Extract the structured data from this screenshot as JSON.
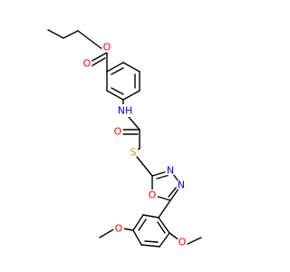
{
  "molecule": {
    "colors": {
      "O": "#ff0000",
      "N": "#0000ff",
      "S": "#b2b200",
      "bond": "#000000",
      "background": "#ffffff"
    },
    "atom_labels": {
      "o_carbonyl_ester": "O",
      "o_ester": "O",
      "nh_amide": "NH",
      "o_carbonyl_amide": "O",
      "s_thioether": "S",
      "n3_ring": "N",
      "n4_ring": "N",
      "o1_ring": "O",
      "o_methoxy_left": "O",
      "o_methoxy_right": "O"
    }
  }
}
